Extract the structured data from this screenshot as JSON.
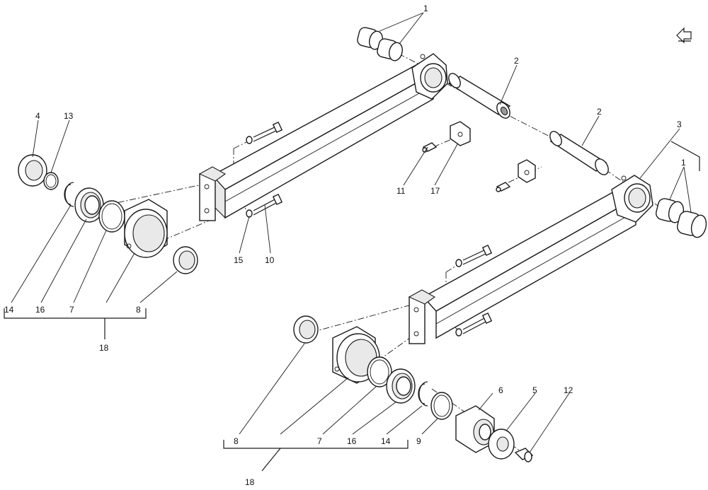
{
  "icons": {
    "return": "return-arrow-icon"
  },
  "callouts": {
    "c1_top": "1",
    "c2_top": "2",
    "c2_mid": "2",
    "c3": "3",
    "c1_right": "1",
    "c4": "4",
    "c13": "13",
    "c11": "11",
    "c17": "17",
    "c15": "15",
    "c10": "10",
    "c14_left": "14",
    "c16_left": "16",
    "c7_left": "7",
    "c8_left": "8",
    "c18_left": "18",
    "c6": "6",
    "c5": "5",
    "c12": "12",
    "c8_bot": "8",
    "c7_bot": "7",
    "c16_bot": "16",
    "c14_bot": "14",
    "c9": "9",
    "c18_bot": "18"
  }
}
